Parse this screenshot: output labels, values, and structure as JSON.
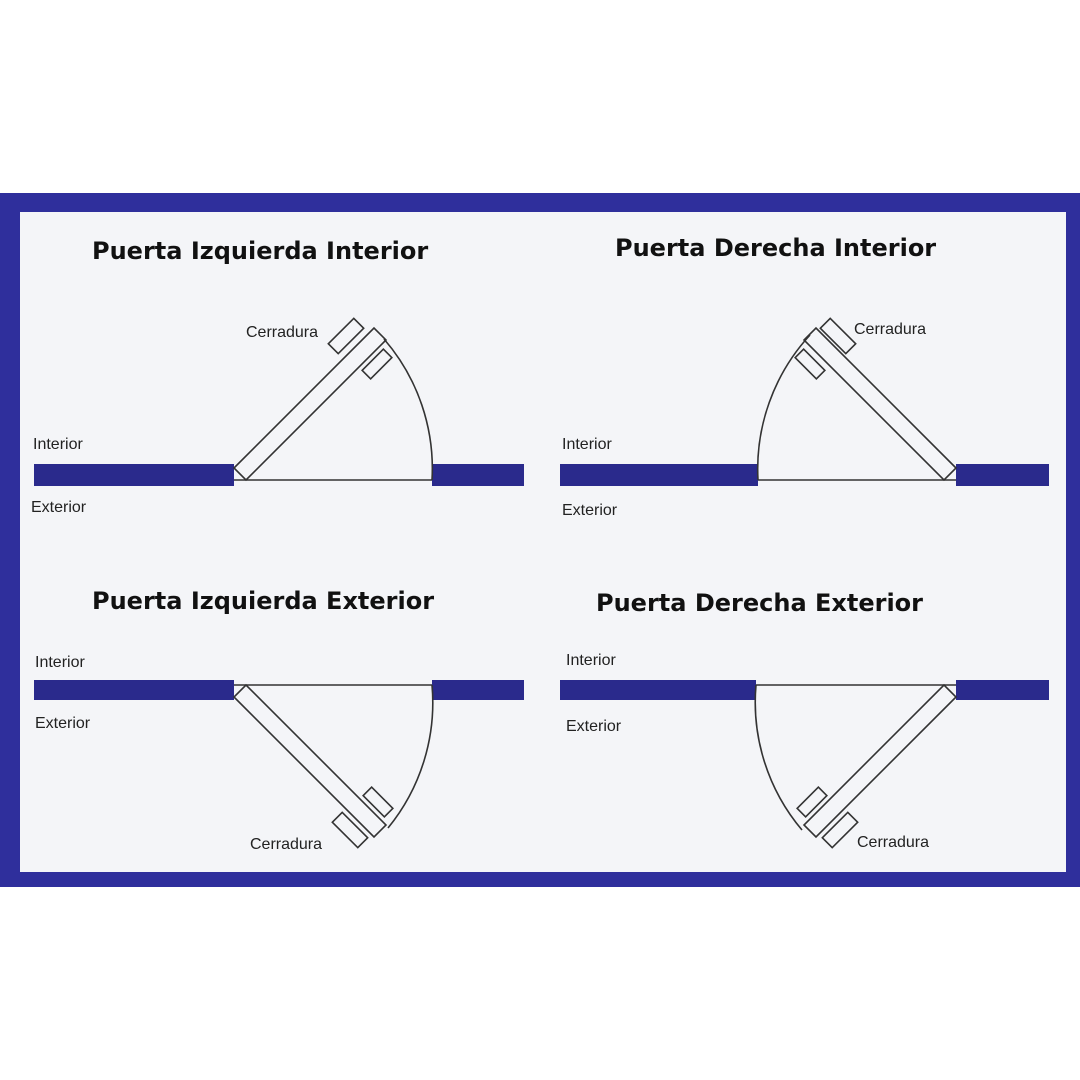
{
  "colors": {
    "frame": "#2f2f9c",
    "wall": "#2a2a8c",
    "panel": "#f4f5f8",
    "line": "#333333"
  },
  "quadrants": {
    "top_left": {
      "title": "Puerta Izquierda Interior",
      "lock": "Cerradura",
      "inside": "Interior",
      "outside": "Exterior"
    },
    "top_right": {
      "title": "Puerta Derecha Interior",
      "lock": "Cerradura",
      "inside": "Interior",
      "outside": "Exterior"
    },
    "bottom_left": {
      "title": "Puerta Izquierda Exterior",
      "lock": "Cerradura",
      "inside": "Interior",
      "outside": "Exterior"
    },
    "bottom_right": {
      "title": "Puerta Derecha Exterior",
      "lock": "Cerradura",
      "inside": "Interior",
      "outside": "Exterior"
    }
  }
}
